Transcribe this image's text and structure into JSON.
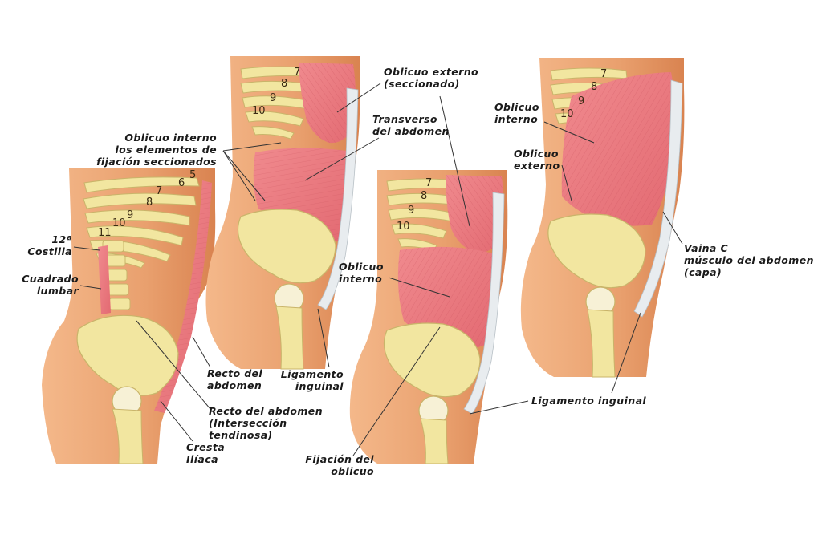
{
  "colors": {
    "skin": "#e9a06e",
    "skin_dark": "#d98350",
    "bone": "#f2e6a0",
    "bone_edge": "#c9b46a",
    "muscle": "#e8707a",
    "muscle_light": "#f0a0a2",
    "fascia": "#e8ecef",
    "leader": "#333333",
    "background": "#ffffff"
  },
  "figures": [
    {
      "id": "fig1",
      "rib_numbers": [
        "5",
        "6",
        "7",
        "8",
        "9",
        "10",
        "11"
      ]
    },
    {
      "id": "fig2",
      "rib_numbers": [
        "7",
        "8",
        "9",
        "10"
      ]
    },
    {
      "id": "fig3",
      "rib_numbers": [
        "7",
        "8",
        "9",
        "10"
      ]
    },
    {
      "id": "fig4",
      "rib_numbers": [
        "7",
        "8",
        "9",
        "10"
      ]
    }
  ],
  "labels": {
    "costilla_12": [
      "12ª",
      "Costilla"
    ],
    "cuadrado_lumbar": [
      "Cuadrado",
      "lumbar"
    ],
    "oblicuo_interno_seccionado": [
      "Oblicuo interno",
      "los elementos de",
      "fijación seccionados"
    ],
    "oblicuo_externo_seccionado": [
      "Oblicuo externo",
      "(seccionado)"
    ],
    "transverso": [
      "Transverso",
      "del abdomen"
    ],
    "recto_abdomen": [
      "Recto del",
      "abdomen"
    ],
    "recto_interseccion": [
      "Recto del abdomen",
      "(Intersección",
      "tendinosa)"
    ],
    "cresta_iliaca": [
      "Cresta",
      "Ilíaca"
    ],
    "ligamento_inguinal_2": [
      "Ligamento",
      "inguinal"
    ],
    "oblicuo_interno_3": [
      "Oblicuo",
      "interno"
    ],
    "fijacion_oblicuo": [
      "Fijación del",
      "oblicuo"
    ],
    "ligamento_inguinal_3": [
      "Ligamento inguinal"
    ],
    "oblicuo_interno_4": [
      "Oblicuo",
      "interno"
    ],
    "oblicuo_externo_4": [
      "Oblicuo",
      "externo"
    ],
    "vaina": [
      "Vaina C",
      "músculo del abdomen",
      "(capa)"
    ]
  }
}
